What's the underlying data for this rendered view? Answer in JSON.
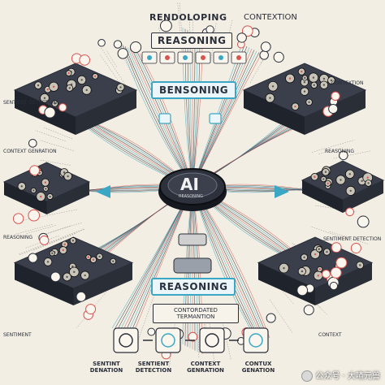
{
  "diagram": {
    "central_node": {
      "title": "AI",
      "subtitle": "REASONING"
    },
    "headers": {
      "top_center_1": "RENDOLOPING",
      "top_right": "CONTEXTION",
      "top_center_2": "REASONING",
      "middle_banner": "BENSONING",
      "lower_banner": "REASONING",
      "lower_sub": "CONTORDATED TERMANTION"
    },
    "bottom_labels": [
      "SENTINT DENATION",
      "SENTIENT DETECTION",
      "CONTEXT GENRATION",
      "CONTUX GENATION"
    ],
    "left_side_labels": [
      "SENTIENT DETECTION",
      "CONTEXT GENRATION",
      "REASONING",
      "SENTIMENT"
    ],
    "right_side_labels": [
      "CONTEXTION",
      "REASONING",
      "SENTIMENT DETECTION",
      "CONTEXT"
    ]
  },
  "watermark": {
    "text": "公众号 · 大喳元兽",
    "icon": "wechat-icon"
  },
  "colors": {
    "background": "#f3eee3",
    "dark": "#2a2f3a",
    "accent_blue": "#3aa7c4",
    "accent_red": "#d9534f"
  }
}
